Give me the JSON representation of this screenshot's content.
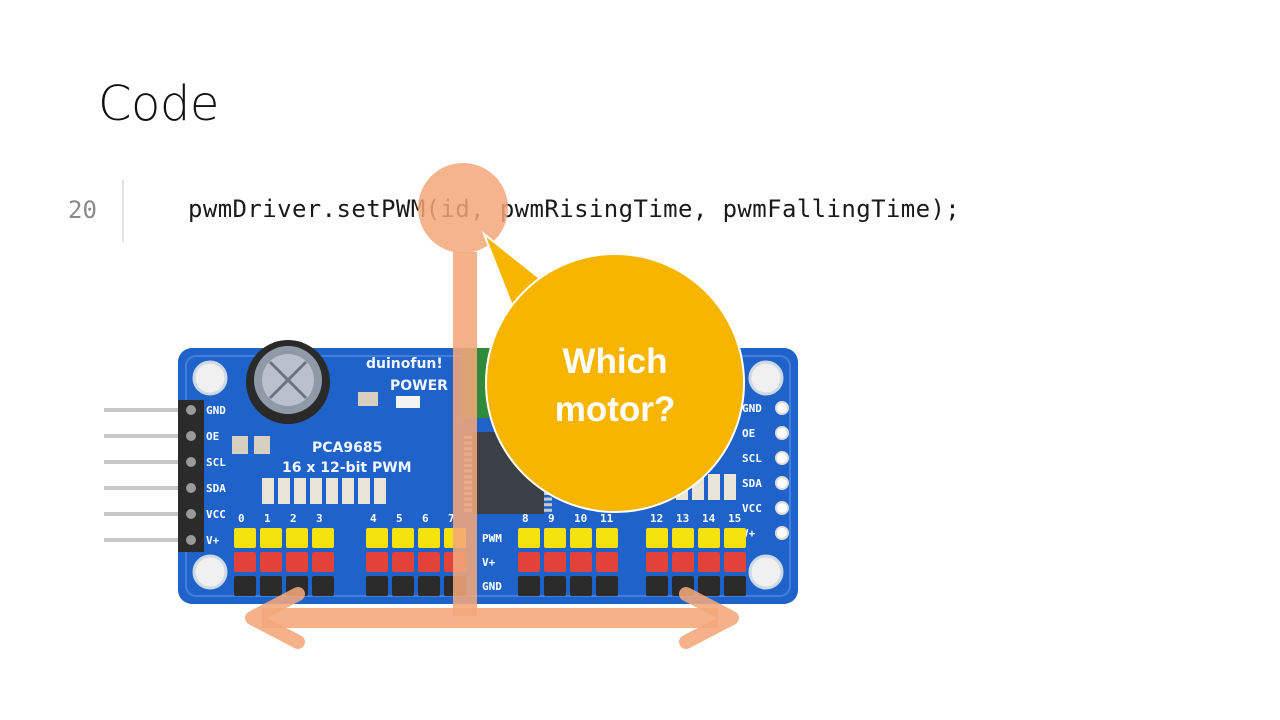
{
  "slide": {
    "title": "Code",
    "code_line": {
      "number": "20",
      "text": "pwmDriver.setPWM(id, pwmRisingTime, pwmFallingTime);"
    },
    "callout": {
      "line1": "Which",
      "line2": "motor?"
    },
    "board": {
      "brand": "duinofun!",
      "power_label": "POWER",
      "chip_name": "PCA9685",
      "chip_desc": "16 x 12-bit PWM",
      "left_pins": [
        "GND",
        "OE",
        "SCL",
        "SDA",
        "VCC",
        "V+"
      ],
      "right_pins": [
        "GND",
        "OE",
        "SCL",
        "SDA",
        "VCC",
        "V+"
      ],
      "row_labels": [
        "PWM",
        "V+",
        "GND"
      ],
      "channels": [
        "0",
        "1",
        "2",
        "3",
        "4",
        "5",
        "6",
        "7",
        "8",
        "9",
        "10",
        "11",
        "12",
        "13",
        "14",
        "15"
      ]
    },
    "colors": {
      "board_blue": "#1f62c9",
      "callout_fill": "#f7b500",
      "arrow_fill": "#f4a77a",
      "header_yellow": "#f4e20c",
      "header_red": "#e2423a"
    }
  }
}
